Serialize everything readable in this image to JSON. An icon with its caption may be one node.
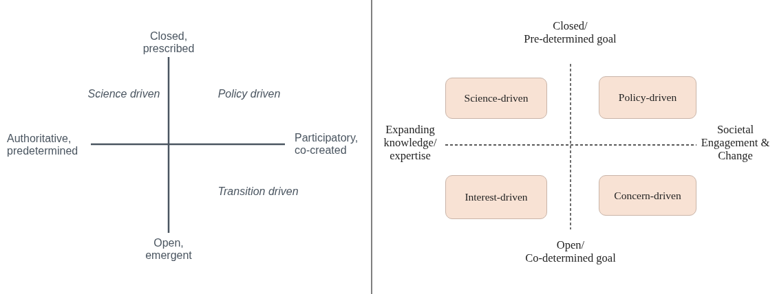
{
  "diagram": {
    "nodes": [
      {
        "text": [
          "Science-driven"
        ]
      },
      {
        "text": [
          "Policy-driven"
        ]
      },
      {
        "text": [
          "Interest-driven"
        ]
      },
      {
        "text": [
          "Concern-driven"
        ]
      }
    ],
    "labels": [
      "Closed, prescribed",
      "Science driven",
      "Policy driven",
      "Authoritative, predetermined",
      "Participatory, co-created",
      "Transition driven",
      "Open, emergent",
      "Closed/ Pre-determined goal",
      "Expanding knowledge/ expertise",
      "Societal Engagement & Change",
      "Open/ Co-determined goal"
    ]
  }
}
